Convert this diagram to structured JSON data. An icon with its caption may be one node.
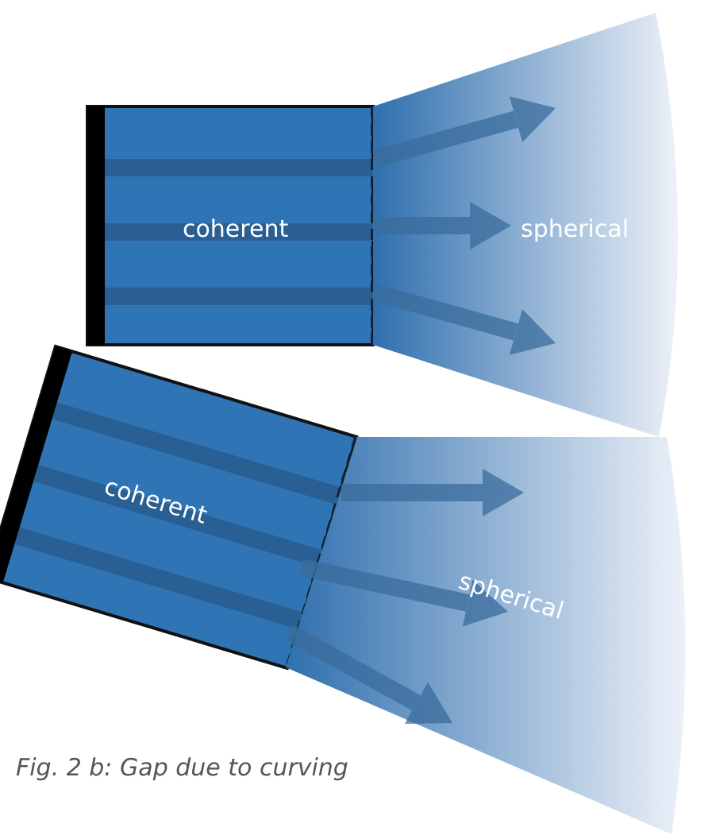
{
  "diagram": {
    "caption": "Fig. 2 b: Gap due to curving",
    "nodes": [
      {
        "text": [
          "coherent"
        ]
      },
      {
        "text": [
          "spherical"
        ]
      },
      {
        "text": [
          "coherent"
        ]
      },
      {
        "text": [
          "spherical"
        ]
      }
    ],
    "edges": [
      {
        "from": 0,
        "to": 1,
        "arrow": "to"
      },
      {
        "from": 0,
        "to": 1,
        "arrow": "to"
      },
      {
        "from": 0,
        "to": 1,
        "arrow": "to"
      },
      {
        "from": 2,
        "to": 3,
        "arrow": "to"
      },
      {
        "from": 2,
        "to": 3,
        "arrow": "to"
      },
      {
        "from": 2,
        "to": 3,
        "arrow": "to"
      }
    ]
  }
}
